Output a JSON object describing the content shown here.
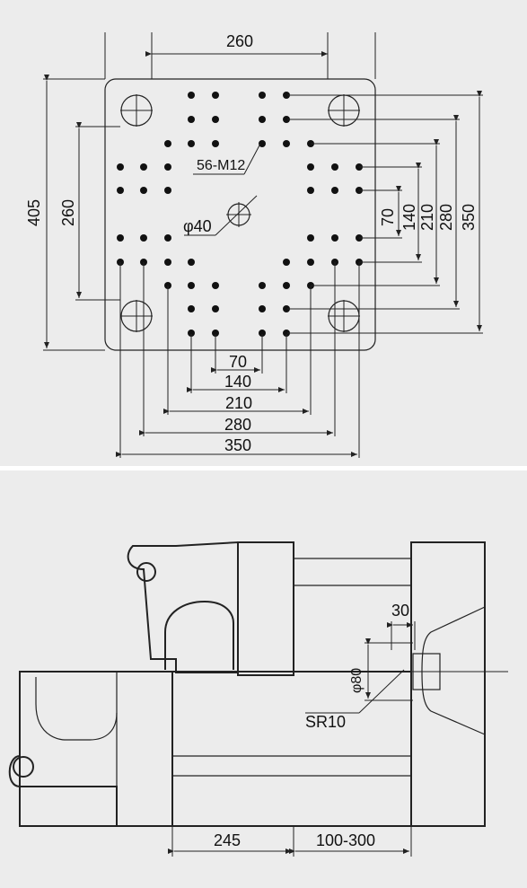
{
  "top_view": {
    "dim_top_260": "260",
    "dim_left_405": "405",
    "dim_left_260": "260",
    "hole_callout": "56-M12",
    "center_callout": "φ40",
    "right_dims": [
      "70",
      "140",
      "210",
      "280",
      "350"
    ],
    "bottom_dims": [
      "70",
      "140",
      "210",
      "280",
      "350"
    ]
  },
  "side_view": {
    "dim_30": "30",
    "dim_phi80": "φ80",
    "dim_sr10": "SR10",
    "dim_245": "245",
    "dim_stroke": "100-300"
  }
}
